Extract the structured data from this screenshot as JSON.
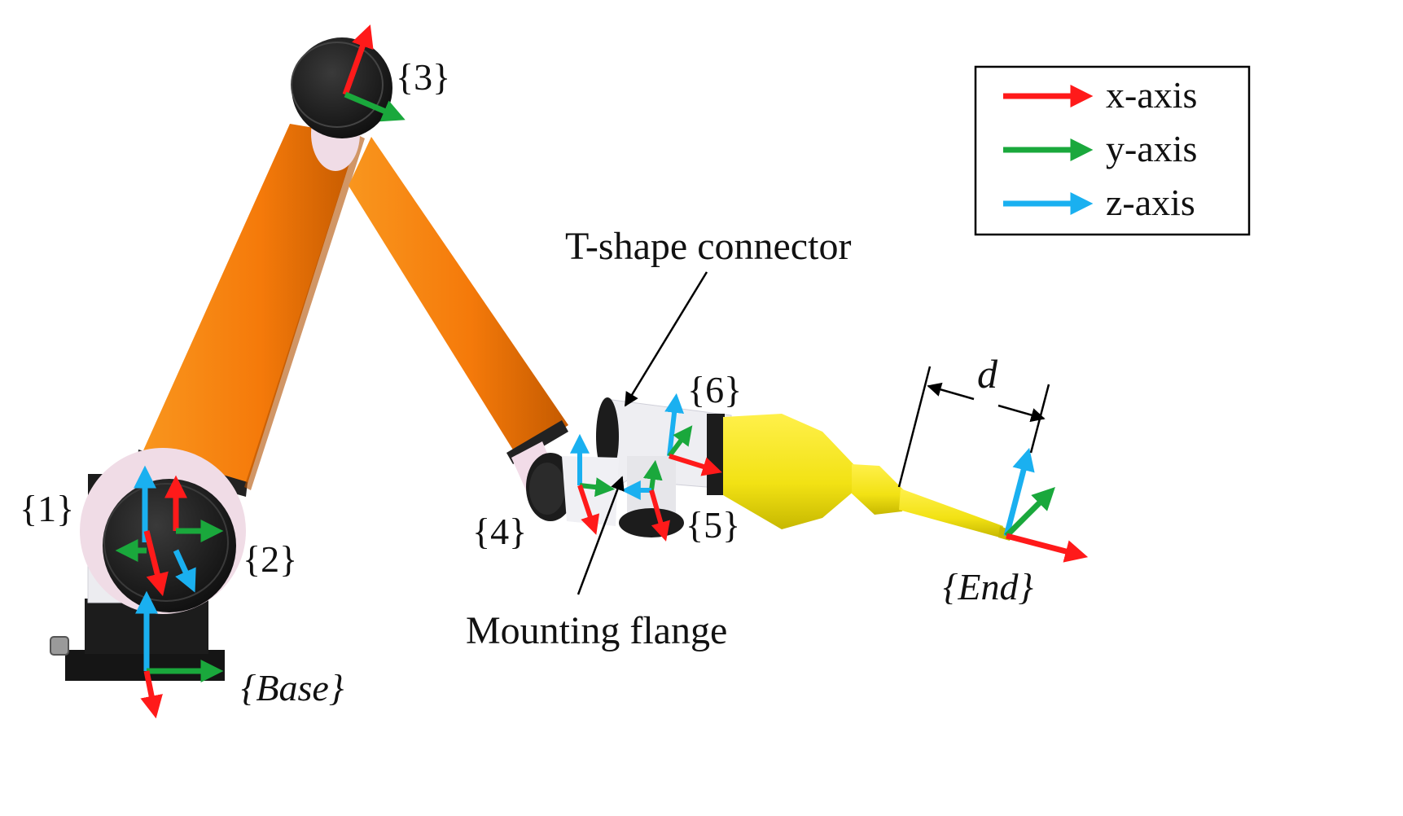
{
  "legend": {
    "items": [
      {
        "label": "x-axis",
        "color": "#ff1a1a"
      },
      {
        "label": "y-axis",
        "color": "#1aa83c"
      },
      {
        "label": "z-axis",
        "color": "#1ab0f0"
      }
    ]
  },
  "frames": {
    "base": "{Base}",
    "f1": "{1}",
    "f2": "{2}",
    "f3": "{3}",
    "f4": "{4}",
    "f5": "{5}",
    "f6": "{6}",
    "end": "{End}"
  },
  "annotations": {
    "t_shape": "T-shape connector",
    "mounting_flange": "Mounting flange",
    "distance": "d"
  },
  "colors": {
    "link_orange": "#f57a0a",
    "link_orange_dark": "#c45a00",
    "joint_black": "#1c1c1c",
    "joint_white": "#e9e9ee",
    "tool_yellow": "#f2e214",
    "tool_yellow_dark": "#c7b800"
  }
}
